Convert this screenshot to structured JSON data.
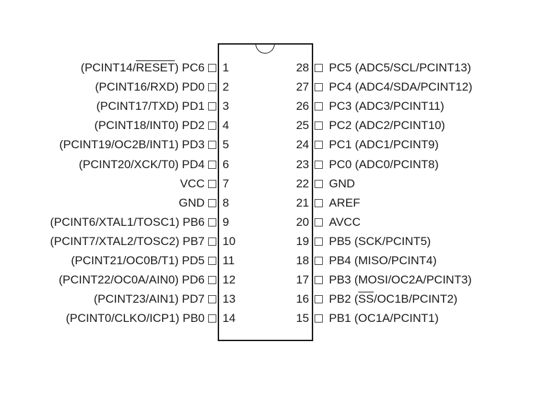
{
  "chip": {
    "package": "28-pin DIP",
    "notch": "pin-1 orientation notch"
  },
  "left_pins": [
    {
      "num": "1",
      "prefix": "(PCINT14/",
      "overline": "RESET",
      "suffix": ") PC6"
    },
    {
      "num": "2",
      "prefix": "(PCINT16/RXD) PD0",
      "overline": "",
      "suffix": ""
    },
    {
      "num": "3",
      "prefix": "(PCINT17/TXD) PD1",
      "overline": "",
      "suffix": ""
    },
    {
      "num": "4",
      "prefix": "(PCINT18/INT0) PD2",
      "overline": "",
      "suffix": ""
    },
    {
      "num": "5",
      "prefix": "(PCINT19/OC2B/INT1) PD3",
      "overline": "",
      "suffix": ""
    },
    {
      "num": "6",
      "prefix": "(PCINT20/XCK/T0) PD4",
      "overline": "",
      "suffix": ""
    },
    {
      "num": "7",
      "prefix": "VCC",
      "overline": "",
      "suffix": ""
    },
    {
      "num": "8",
      "prefix": "GND",
      "overline": "",
      "suffix": ""
    },
    {
      "num": "9",
      "prefix": "(PCINT6/XTAL1/TOSC1) PB6",
      "overline": "",
      "suffix": ""
    },
    {
      "num": "10",
      "prefix": "(PCINT7/XTAL2/TOSC2) PB7",
      "overline": "",
      "suffix": ""
    },
    {
      "num": "11",
      "prefix": "(PCINT21/OC0B/T1) PD5",
      "overline": "",
      "suffix": ""
    },
    {
      "num": "12",
      "prefix": "(PCINT22/OC0A/AIN0) PD6",
      "overline": "",
      "suffix": ""
    },
    {
      "num": "13",
      "prefix": "(PCINT23/AIN1) PD7",
      "overline": "",
      "suffix": ""
    },
    {
      "num": "14",
      "prefix": "(PCINT0/CLKO/ICP1) PB0",
      "overline": "",
      "suffix": ""
    }
  ],
  "right_pins": [
    {
      "num": "28",
      "prefix": "PC5 (ADC5/SCL/PCINT13)",
      "overline": "",
      "suffix": ""
    },
    {
      "num": "27",
      "prefix": "PC4 (ADC4/SDA/PCINT12)",
      "overline": "",
      "suffix": ""
    },
    {
      "num": "26",
      "prefix": "PC3 (ADC3/PCINT11)",
      "overline": "",
      "suffix": ""
    },
    {
      "num": "25",
      "prefix": "PC2 (ADC2/PCINT10)",
      "overline": "",
      "suffix": ""
    },
    {
      "num": "24",
      "prefix": "PC1 (ADC1/PCINT9)",
      "overline": "",
      "suffix": ""
    },
    {
      "num": "23",
      "prefix": "PC0 (ADC0/PCINT8)",
      "overline": "",
      "suffix": ""
    },
    {
      "num": "22",
      "prefix": "GND",
      "overline": "",
      "suffix": ""
    },
    {
      "num": "21",
      "prefix": "AREF",
      "overline": "",
      "suffix": ""
    },
    {
      "num": "20",
      "prefix": "AVCC",
      "overline": "",
      "suffix": ""
    },
    {
      "num": "19",
      "prefix": "PB5 (SCK/PCINT5)",
      "overline": "",
      "suffix": ""
    },
    {
      "num": "18",
      "prefix": "PB4 (MISO/PCINT4)",
      "overline": "",
      "suffix": ""
    },
    {
      "num": "17",
      "prefix": "PB3 (MOSI/OC2A/PCINT3)",
      "overline": "",
      "suffix": ""
    },
    {
      "num": "16",
      "prefix": "PB2 (",
      "overline": "SS",
      "suffix": "/OC1B/PCINT2)"
    },
    {
      "num": "15",
      "prefix": "PB1 (OC1A/PCINT1)",
      "overline": "",
      "suffix": ""
    }
  ]
}
